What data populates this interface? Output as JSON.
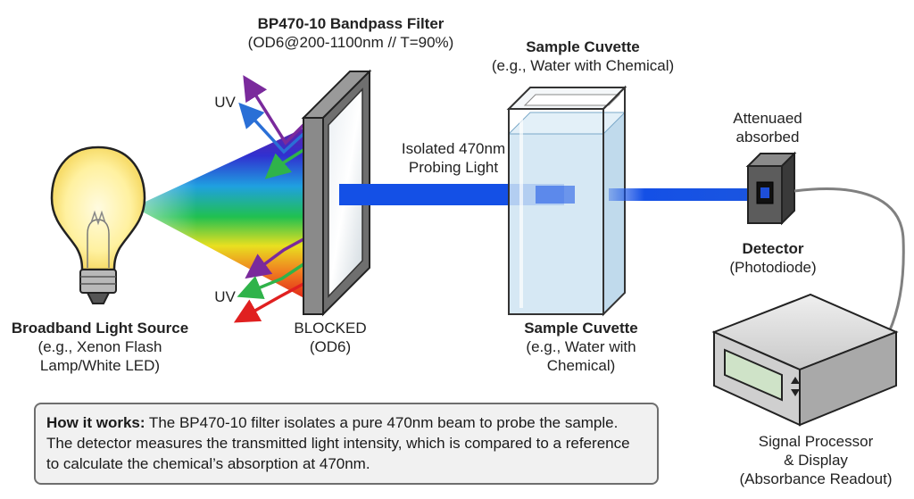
{
  "filter": {
    "title": "BP470-10 Bandpass Filter",
    "spec": "(OD6@200-1100nm // T=90%)",
    "blocked_line1": "BLOCKED",
    "blocked_line2": "(OD6)"
  },
  "uv_top": "UV",
  "uv_bottom": "UV",
  "source": {
    "title": "Broadband Light Source",
    "line1": "(e.g., Xenon Flash",
    "line2": "Lamp/White LED)"
  },
  "beam": {
    "line1": "Isolated 470nm",
    "line2": "Probing Light"
  },
  "cuvette_top": {
    "title": "Sample Cuvette",
    "line1": "(e.g., Water with Chemical)"
  },
  "cuvette_bottom": {
    "title": "Sample Cuvette",
    "line1": "(e.g., Water with",
    "line2": "Chemical)"
  },
  "attenuated": {
    "line1": "Attenuaed",
    "line2": "absorbed"
  },
  "detector": {
    "title": "Detector",
    "line1": "(Photodiode)"
  },
  "processor": {
    "line1": "Signal Processor",
    "line2": "& Display",
    "line3": "(Absorbance Readout)"
  },
  "note": {
    "bold": "How it works:",
    "text": " The BP470-10 filter isolates a pure 470nm beam to probe the sample. The detector measures the transmitted light intensity, which is compared to a reference to calculate the chemical’s absorption at 470nm."
  },
  "colors": {
    "beam_blue": "#1450e6",
    "uv_purple": "#7a2a9c",
    "arrow_blue": "#2a6fd6",
    "arrow_green": "#2fb34a",
    "arrow_red": "#e02020",
    "bulb_glow": "#fff3a0",
    "cuvette_liquid": "#cfe4f2",
    "cable": "#808080"
  }
}
